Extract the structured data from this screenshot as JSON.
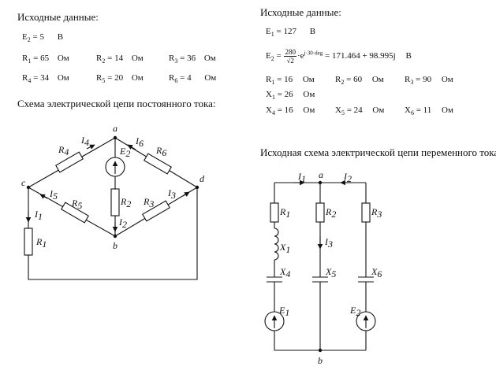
{
  "left": {
    "title": "Исходные данные:",
    "params": [
      {
        "name": "E",
        "sub": "2",
        "value": "5",
        "unit": "В"
      },
      {
        "name": "R",
        "sub": "1",
        "value": "65",
        "unit": "Ом"
      },
      {
        "name": "R",
        "sub": "2",
        "value": "14",
        "unit": "Ом"
      },
      {
        "name": "R",
        "sub": "3",
        "value": "36",
        "unit": "Ом"
      },
      {
        "name": "R",
        "sub": "4",
        "value": "34",
        "unit": "Ом"
      },
      {
        "name": "R",
        "sub": "5",
        "value": "20",
        "unit": "Ом"
      },
      {
        "name": "R",
        "sub": "6",
        "value": "4",
        "unit": "Ом"
      }
    ],
    "circuit_title": "Схема электрической цепи постоянного тока:",
    "nodes": {
      "a": "a",
      "b": "b",
      "c": "c",
      "d": "d"
    },
    "labels": {
      "R1": "R",
      "R2": "R",
      "R3": "R",
      "R4": "R",
      "R5": "R",
      "R6": "R",
      "I1": "I",
      "I2": "I",
      "I3": "I",
      "I4": "I",
      "I5": "I",
      "I6": "I",
      "E2": "E",
      "s1": "1",
      "s2": "2",
      "s3": "3",
      "s4": "4",
      "s5": "5",
      "s6": "6"
    }
  },
  "right": {
    "title": "Исходные данные:",
    "E1": {
      "name": "E",
      "sub": "1",
      "value": "127",
      "unit": "В"
    },
    "E2": {
      "name": "E",
      "sub": "2",
      "num": "280",
      "den": "√2",
      "exp": "j·30·deg",
      "result": "= 171.464 + 98.995j",
      "unit": "В",
      "e": "e"
    },
    "params": [
      {
        "name": "R",
        "sub": "1",
        "value": "16",
        "unit": "Ом"
      },
      {
        "name": "R",
        "sub": "2",
        "value": "60",
        "unit": "Ом"
      },
      {
        "name": "R",
        "sub": "3",
        "value": "90",
        "unit": "Ом"
      },
      {
        "name": "X",
        "sub": "1",
        "value": "26",
        "unit": "Ом"
      },
      {
        "name": "X",
        "sub": "4",
        "value": "16",
        "unit": "Ом"
      },
      {
        "name": "X",
        "sub": "5",
        "value": "24",
        "unit": "Ом"
      },
      {
        "name": "X",
        "sub": "6",
        "value": "11",
        "unit": "Ом"
      }
    ],
    "circuit_title": "Исходная схема электрической цепи переменного тока:",
    "nodes": {
      "a": "a",
      "b": "b"
    },
    "labels": {
      "I1": "I",
      "I2": "I",
      "I3": "I",
      "R1": "R",
      "R2": "R",
      "R3": "R",
      "X1": "X",
      "X4": "X",
      "X5": "X",
      "X6": "X",
      "E1": "E",
      "E2": "E",
      "s1": "1",
      "s2": "2",
      "s3": "3",
      "s4": "4",
      "s5": "5",
      "s6": "6"
    }
  }
}
